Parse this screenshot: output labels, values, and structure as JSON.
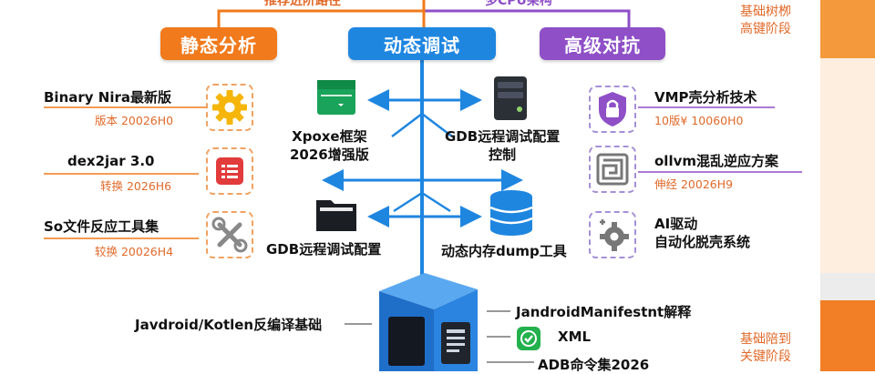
{
  "header": {
    "left_cut": "推荐进阶路径",
    "right_cut": "多CPU架构"
  },
  "categories": {
    "static": {
      "label": "静态分析",
      "color": "#f07a1c"
    },
    "dynamic": {
      "label": "动态调试",
      "color": "#1f86e0"
    },
    "advanced": {
      "label": "高级对抗",
      "color": "#8e4fc7"
    }
  },
  "left_items": [
    {
      "title": "Binary Nira最新版",
      "sub": "版本 20026H0",
      "icon": "gear-icon"
    },
    {
      "title": "dex2jar 3.0",
      "sub": "转换 2026H6",
      "icon": "list-icon"
    },
    {
      "title": "So文件反应工具集",
      "sub": "较换 20026H4",
      "icon": "wrench-icon"
    }
  ],
  "middle_items": {
    "xposed": "Xpoxe框架\n2026增强版",
    "gdb_right": "GDB远程调试配置\n控制",
    "gdb_left": "GDB远程调试配置",
    "dump": "动态内存dump工具"
  },
  "right_items": [
    {
      "title": "VMP壳分析技术",
      "sub": "10版¥ 10060H0",
      "icon": "lock-icon"
    },
    {
      "title": "ollvm混乱逆应方案",
      "sub": "伸经 20026H9",
      "icon": "maze-icon"
    },
    {
      "title": "AI驱动\n自动化脱壳系统",
      "sub": "",
      "icon": "ai-gear-icon"
    }
  ],
  "bottom": {
    "left_label": "Javdroid/Kotlen反编译基础",
    "manifest": "JandroidManifestnt解释",
    "xml": "XML",
    "adb": "ADB命令集2026"
  },
  "side_notes": {
    "top": "基础树栁\n高键阶段",
    "bottom": "基础陪到\n关键阶段"
  }
}
